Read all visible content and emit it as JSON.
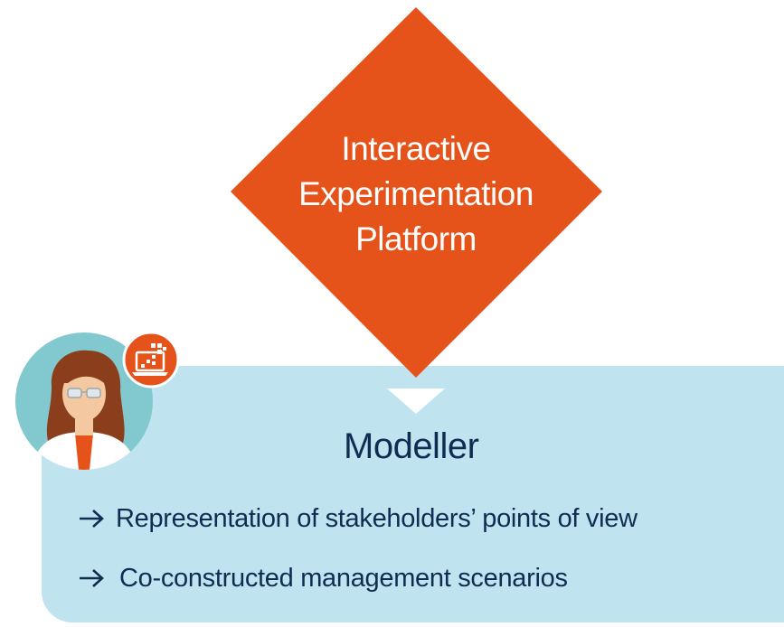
{
  "diamond": {
    "lines": [
      "Interactive",
      "Experimentation",
      "Platform"
    ],
    "color": "#e5531a"
  },
  "card": {
    "background": "#c0e4ef",
    "title": "Modeller",
    "bullets": [
      "Representation of stakeholders’ points of view",
      "Co-constructed management scenarios"
    ]
  },
  "avatar": {
    "icon": "woman-with-glasses-avatar-icon",
    "badge_icon": "laptop-pixels-badge-icon"
  },
  "colors": {
    "text_dark": "#0f2d52",
    "accent": "#e5531a",
    "avatar_bg": "#82c8cf"
  }
}
